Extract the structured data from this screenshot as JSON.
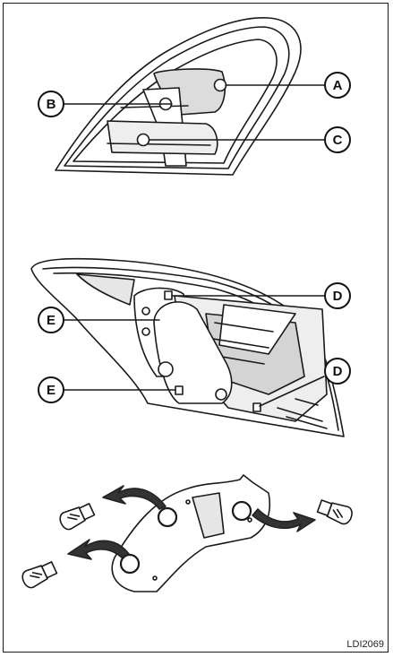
{
  "figure_code": "LDI2069",
  "callouts": {
    "a": "A",
    "b": "B",
    "c": "C",
    "d_top": "D",
    "d_bottom": "D",
    "e_top": "E",
    "e_bottom": "E"
  },
  "colors": {
    "line": "#1a1a1a",
    "fill": "#ffffff",
    "shade": "#cfcfcf",
    "dark": "#444444"
  }
}
